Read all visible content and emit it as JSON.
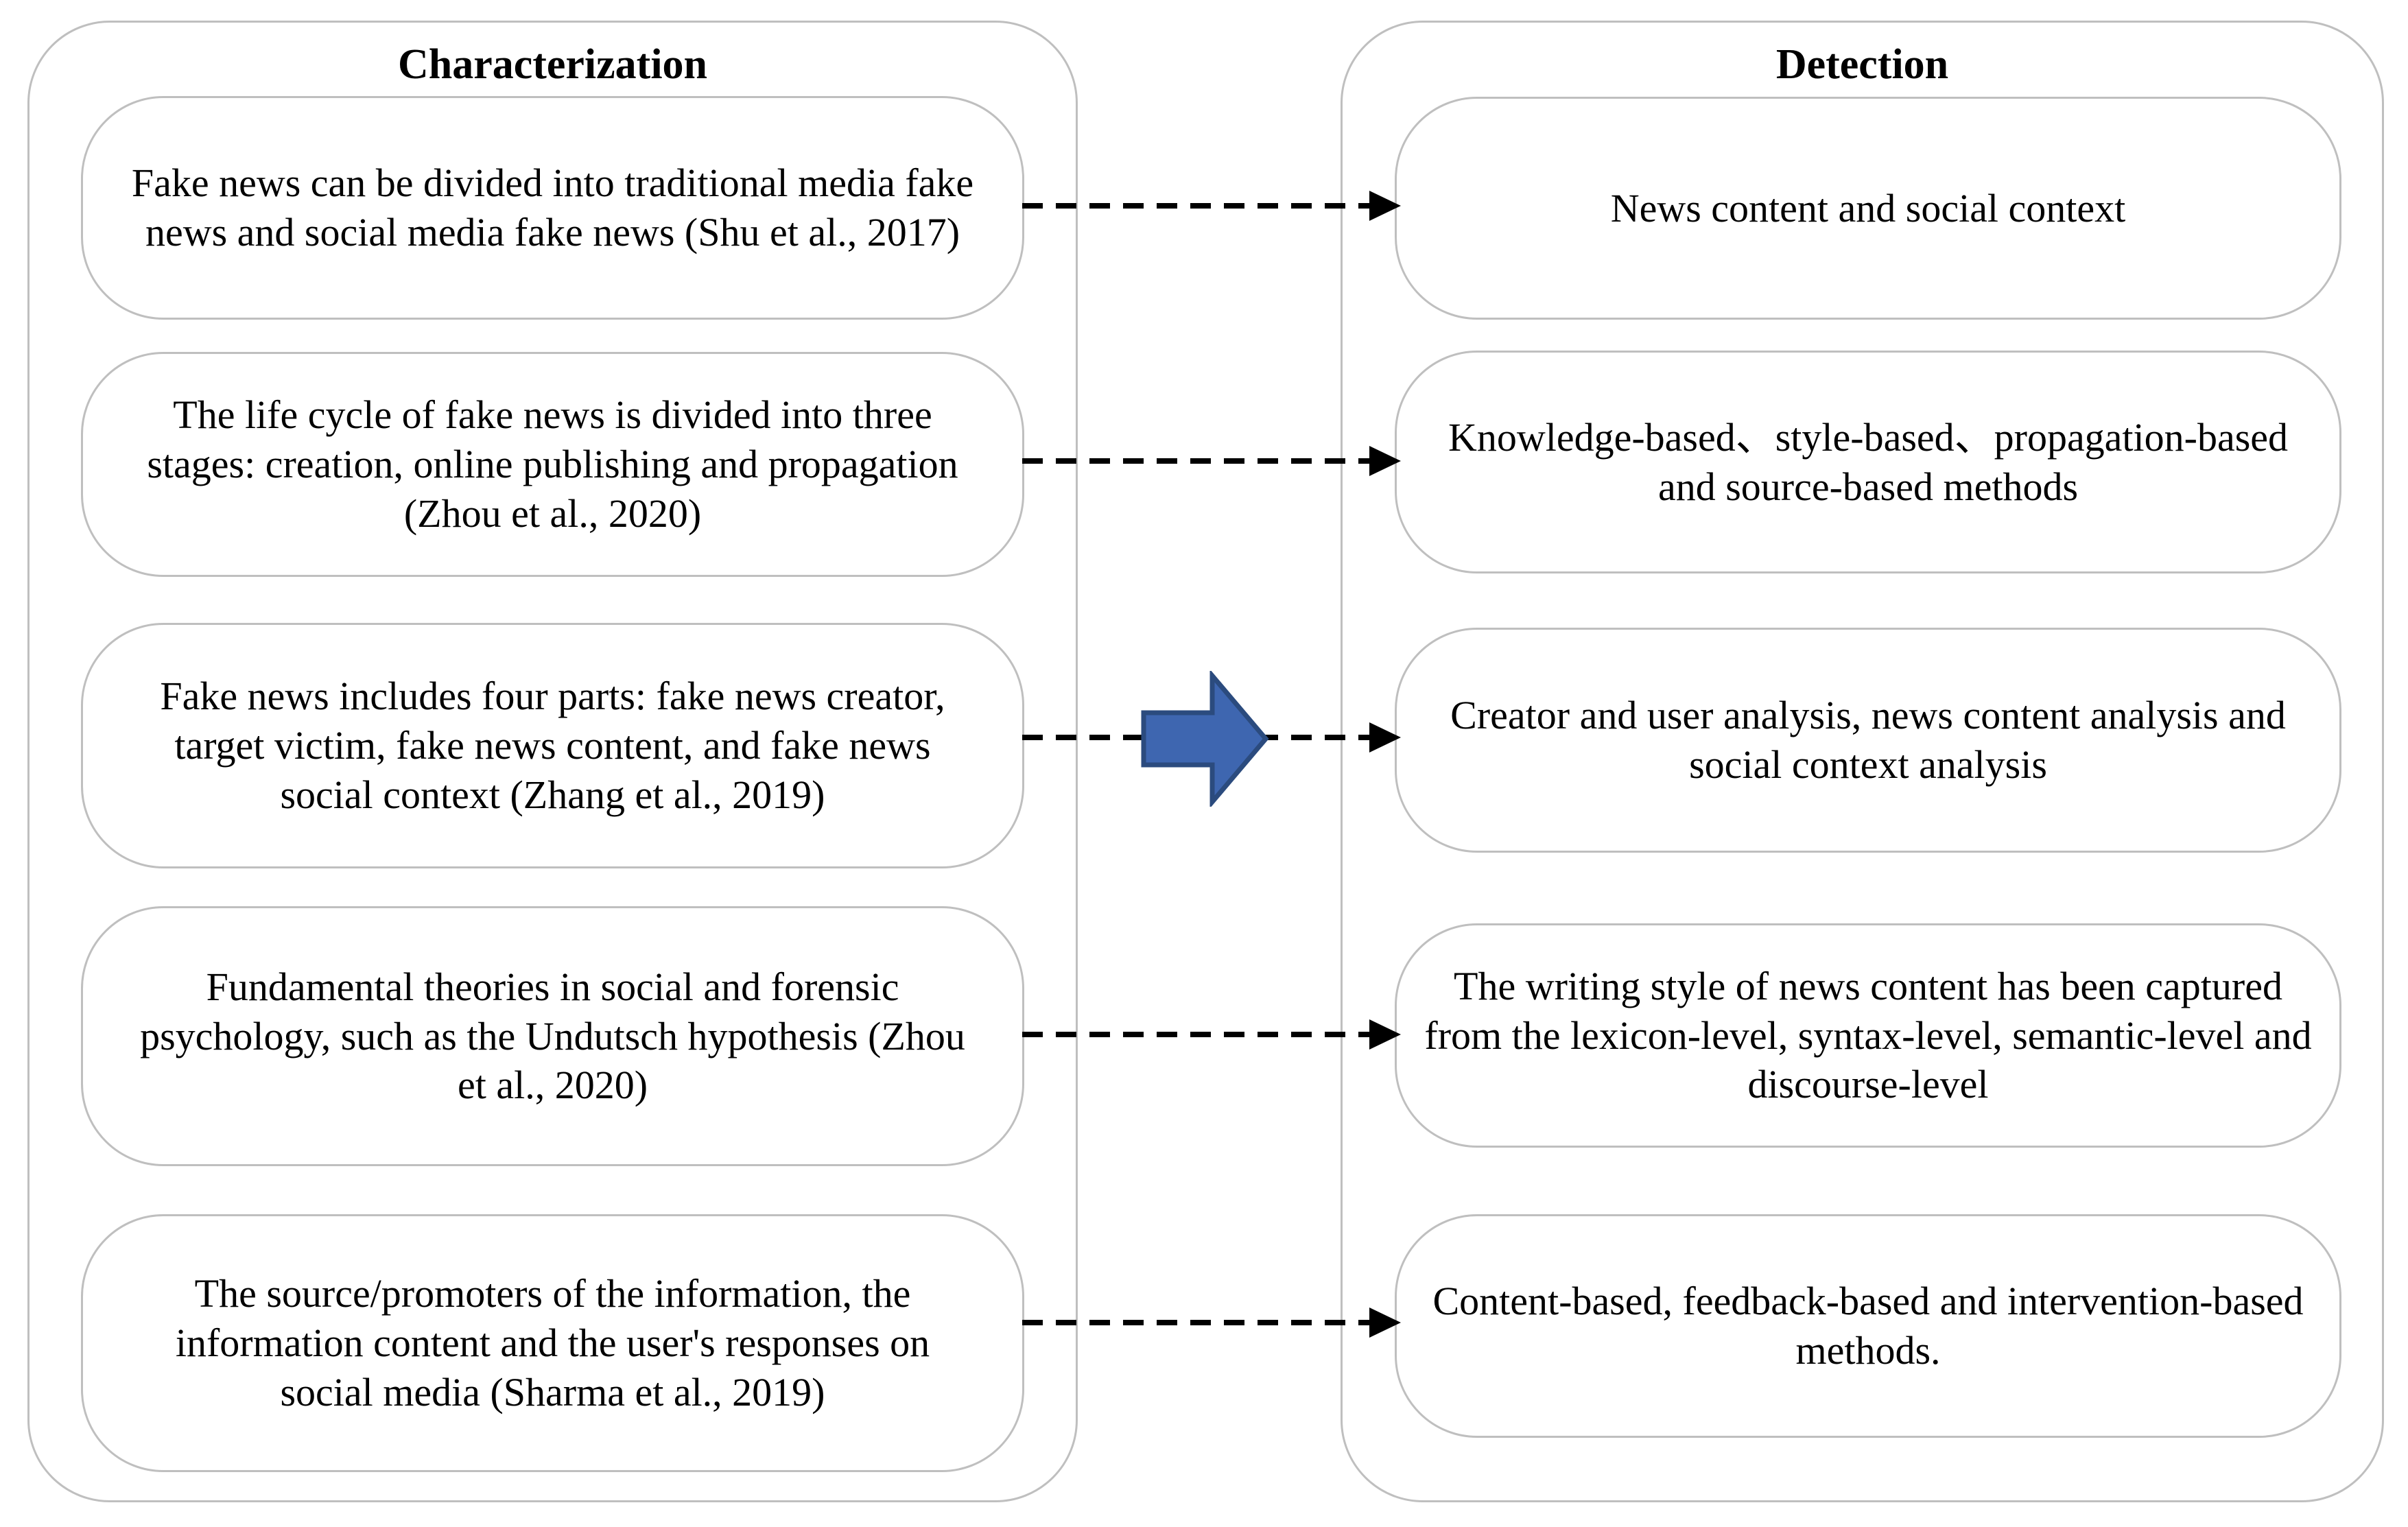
{
  "figure": {
    "columns": [
      {
        "title": "Characterization",
        "boxes": [
          "Fake news can be divided into traditional media fake news and social media fake news (Shu et al., 2017)",
          "The life cycle of fake news is divided into three stages: creation, online publishing and propagation (Zhou et al., 2020)",
          "Fake news includes four parts: fake news creator, target victim, fake news content, and fake news social context (Zhang et al., 2019)",
          "Fundamental theories in social and forensic psychology, such as the Undutsch hypothesis (Zhou et al., 2020)",
          "The source/promoters of the information, the information content and the user's responses on social media (Sharma et al., 2019)"
        ]
      },
      {
        "title": "Detection",
        "boxes": [
          "News content and social context",
          "Knowledge-based、style-based、propagation-based and source-based methods",
          "Creator and user analysis, news content analysis and social context analysis",
          "The writing style of news content has been captured from the lexicon-level, syntax-level, semantic-level and discourse-level",
          "Content-based, feedback-based and intervention-based methods."
        ]
      }
    ],
    "colors": {
      "box_border": "#BFBFBF",
      "text": "#000000",
      "connector": "#000000",
      "block_arrow_fill": "#3E66B0",
      "block_arrow_stroke": "#2B4B7E"
    }
  }
}
